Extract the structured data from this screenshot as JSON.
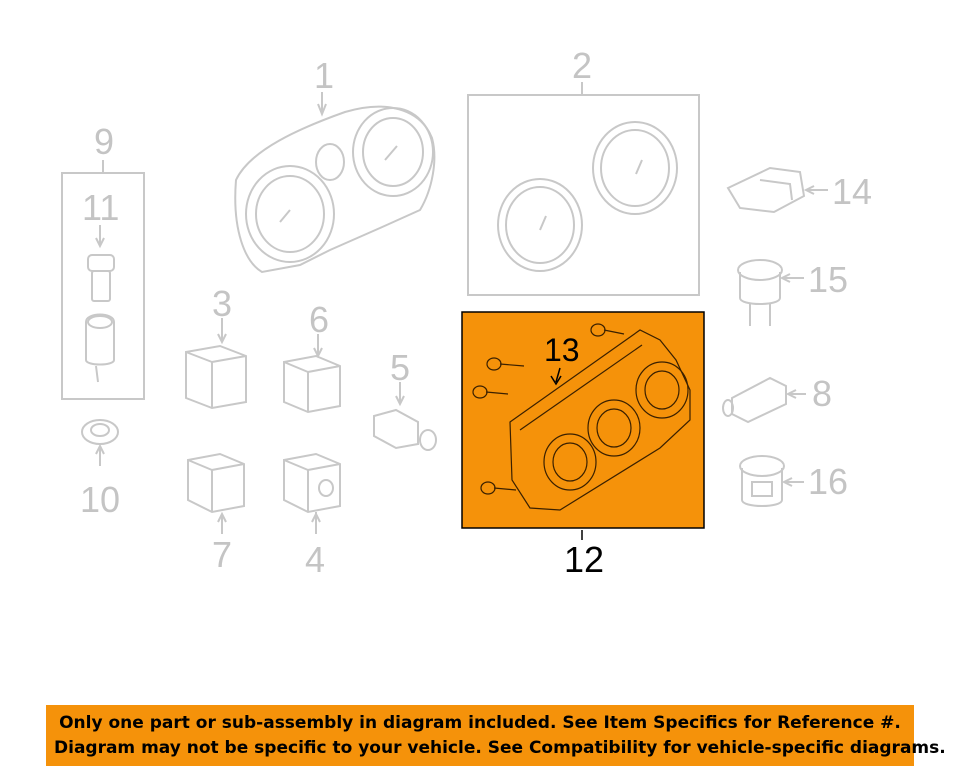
{
  "callouts": {
    "c1": "1",
    "c2": "2",
    "c3": "3",
    "c4": "4",
    "c5": "5",
    "c6": "6",
    "c7": "7",
    "c8": "8",
    "c9": "9",
    "c10": "10",
    "c11": "11",
    "c12": "12",
    "c13": "13",
    "c14": "14",
    "c15": "15",
    "c16": "16"
  },
  "highlight_color": "#f5920a",
  "faded_color": "#c4c4c4",
  "banner": {
    "line1": "Only one part or sub-assembly in diagram included. See Item Specifics for Reference #.",
    "line2": "Diagram may not be specific to your vehicle. See Compatibility for vehicle-specific diagrams."
  }
}
